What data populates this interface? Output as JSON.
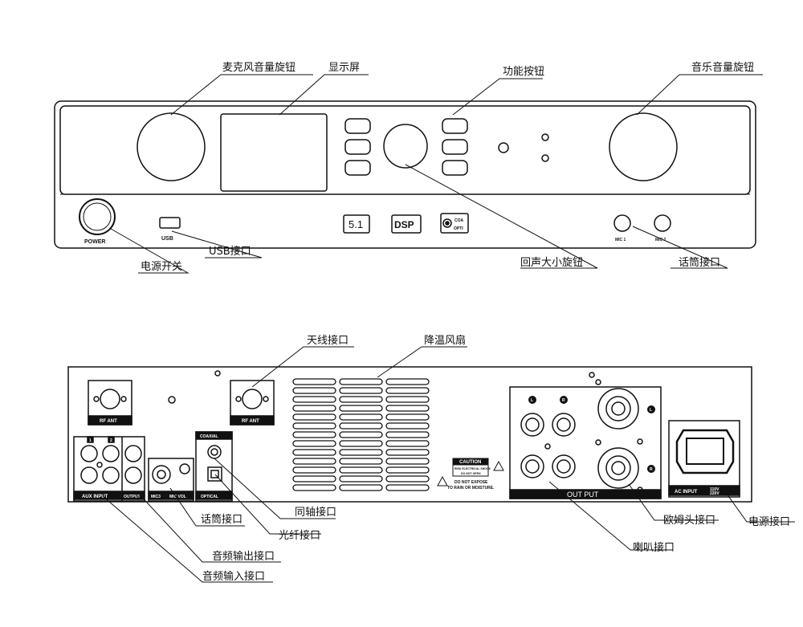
{
  "front": {
    "power_label": "POWER",
    "usb_label": "USB",
    "badge_5_1": "5.1",
    "badge_dsp": "DSP",
    "coa_label": "COA",
    "opti_label": "OPTI",
    "mic1_label": "MIC 1",
    "mic2_label": "MIC 2"
  },
  "rear": {
    "rf_ant_left": "RF ANT",
    "rf_ant_right": "RF ANT",
    "aux_input": "AUX INPUT",
    "output": "OUTPUT",
    "aux_ch1": "1",
    "aux_ch2": "2",
    "mic3": "MIC3",
    "mic_vol": "MIC VOL",
    "coaxial": "COAXIAL",
    "optical": "OPTICAL",
    "caution_title": "CAUTION",
    "caution_line1": "RISK ELECTRICAL SHOCK",
    "caution_line2": "DO NOT OPEN",
    "no_expose_1": "DO NOT EXPOSE",
    "no_expose_2": "TO RAIN OR MOISTURE.",
    "out_put": "OUT PUT",
    "left_ch": "L",
    "right_ch": "R",
    "ac_input": "AC INPUT",
    "ac_110": "110V",
    "ac_220": "220V"
  },
  "callouts": {
    "mic_volume_knob": "麦克风音量旋钮",
    "display": "显示屏",
    "function_buttons": "功能按钮",
    "music_volume_knob": "音乐音量旋钮",
    "power_switch": "电源开关",
    "usb_port": "USB接口",
    "echo_knob": "回声大小旋钮",
    "mic_port_front": "话筒接口",
    "antenna_port": "天线接口",
    "cooling_fan": "降温风扇",
    "coaxial_port": "同轴接口",
    "mic_port_rear": "话筒接口",
    "optical_port": "光纤接口",
    "audio_out_port": "音频输出接口",
    "audio_in_port": "音频输入接口",
    "ohm_port": "欧姆头接口",
    "power_port": "电源接口",
    "speaker_port": "喇叭接口"
  }
}
